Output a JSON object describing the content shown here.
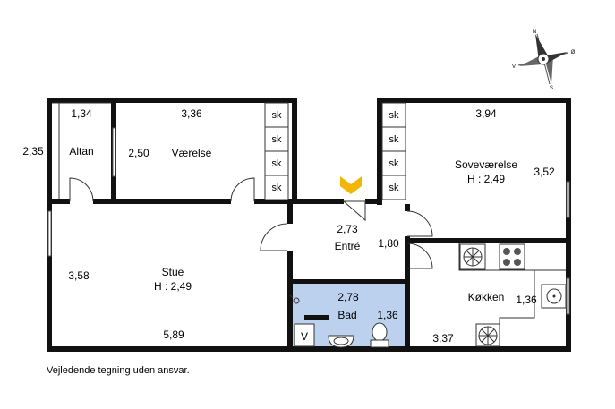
{
  "rooms": {
    "altan": {
      "name": "Altan",
      "width": "1,34",
      "depth": "2,35"
    },
    "vaerelse": {
      "name": "Værelse",
      "width": "3,36",
      "depth": "2,50"
    },
    "sovevaerelse": {
      "name": "Soveværelse",
      "height": "H : 2,49",
      "width": "3,94",
      "depth": "3,52"
    },
    "entre": {
      "name": "Entré",
      "width": "2,73",
      "depth": "1,80"
    },
    "stue": {
      "name": "Stue",
      "height": "H : 2,49",
      "width": "5,89",
      "depth": "3,58"
    },
    "bad": {
      "name": "Bad",
      "width": "2,78",
      "depth": "1,36"
    },
    "koekken": {
      "name": "Køkken",
      "width": "3,37",
      "depth": "1,36"
    }
  },
  "closets": [
    "sk",
    "sk",
    "sk",
    "sk",
    "sk",
    "sk",
    "sk",
    "sk"
  ],
  "bath_fixture": "V",
  "compass": {
    "n": "N",
    "s": "S",
    "v": "V",
    "o": "Ø"
  },
  "footer": "Vejledende tegning uden ansvar."
}
